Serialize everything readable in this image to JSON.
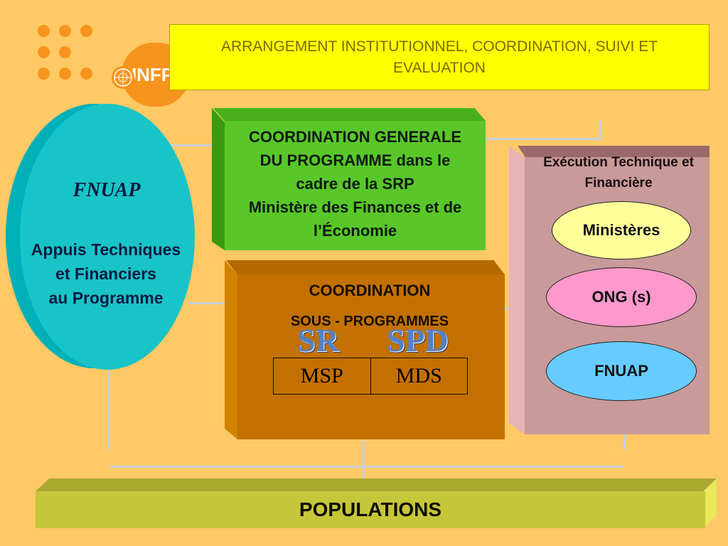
{
  "logo": {
    "text": "UNFPA",
    "brand_color": "#f7941d"
  },
  "title": "ARRANGEMENT INSTITUTIONNEL, COORDINATION, SUIVI ET EVALUATION",
  "fnuap_panel": {
    "title": "FNUAP",
    "lines": [
      "Appuis Techniques",
      "et Financiers",
      "au Programme"
    ]
  },
  "coordination_generale": {
    "lines": [
      "COORDINATION GENERALE",
      "DU PROGRAMME dans le",
      "cadre de la SRP",
      "Ministère des Finances et de",
      "l’Économie"
    ]
  },
  "coordination_sous_programmes": {
    "line1": "COORDINATION",
    "line2": "SOUS - PROGRAMMES",
    "programs": [
      "SR",
      "SPD"
    ],
    "ministries": [
      "MSP",
      "MDS"
    ]
  },
  "execution": {
    "title_lines": [
      "Exécution Technique et",
      "Financière"
    ],
    "actors": [
      "Ministères",
      "ONG (s)",
      "FNUAP"
    ]
  },
  "populations": "POPULATIONS"
}
